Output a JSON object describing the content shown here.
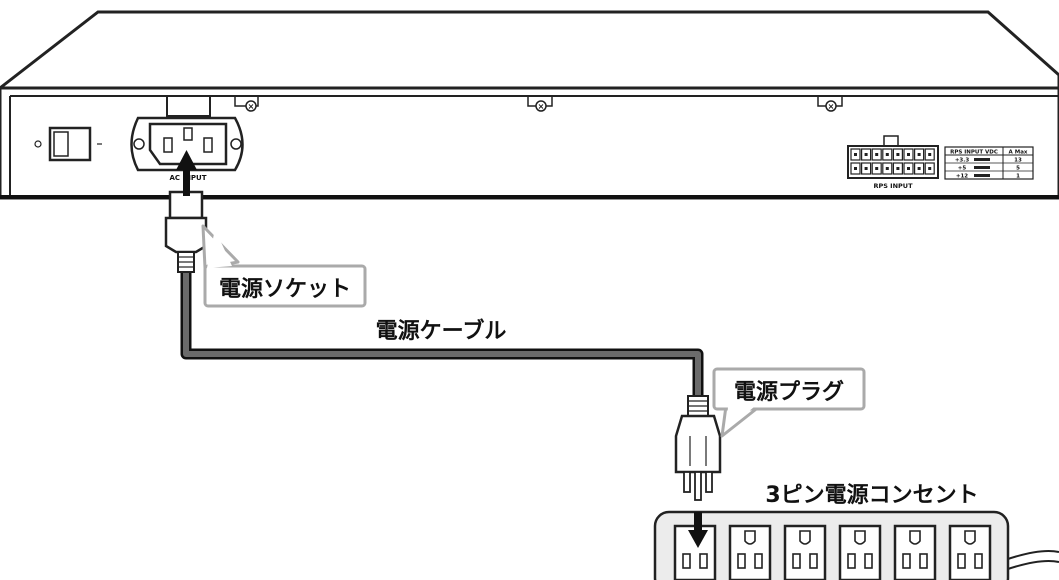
{
  "labels": {
    "socket": "電源ソケット",
    "cable": "電源ケーブル",
    "plug": "電源プラグ",
    "outlet": "3ピン電源コンセント"
  },
  "panel": {
    "ac_input": "AC INPUT",
    "rps_input": "RPS INPUT",
    "rps_table": {
      "headers": [
        "RPS INPUT VDC",
        "A Max"
      ],
      "rows": [
        [
          "+3.3",
          "13"
        ],
        [
          "+5",
          "5"
        ],
        [
          "+12",
          "1"
        ]
      ]
    }
  },
  "outlet_count": 6
}
